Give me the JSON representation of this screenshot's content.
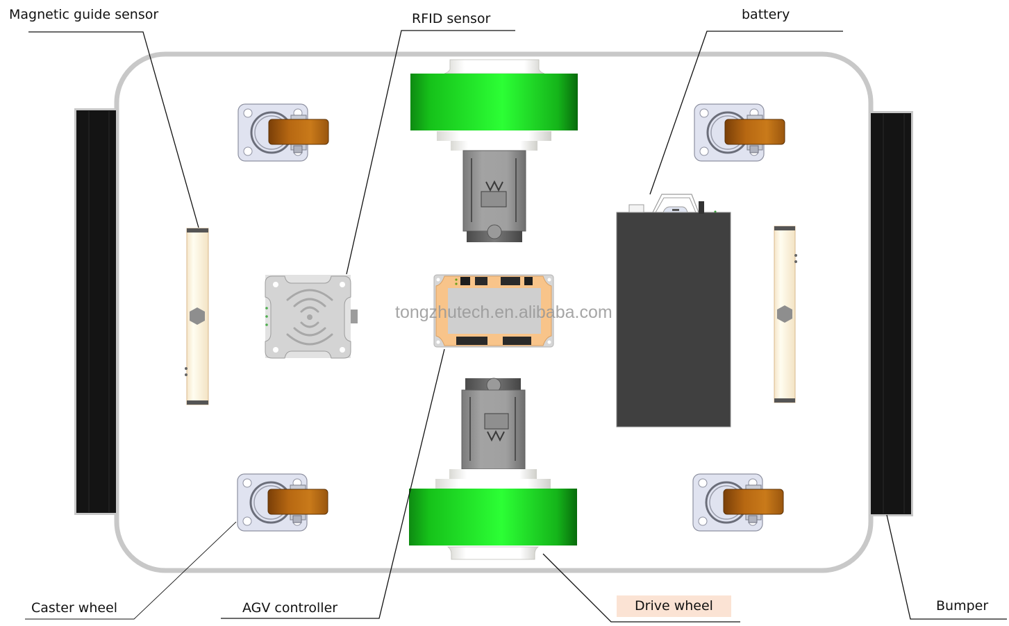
{
  "diagram": {
    "title": "AGV chassis layout",
    "watermark": "tongzhutech.en.alibaba.com",
    "colors": {
      "frame": "#c8c8c8",
      "drive_wheel": "#22dd22",
      "drive_wheel_dark": "#0b7a10",
      "caster_tire": "#b86a12",
      "caster_plate": "#dfe2f0",
      "bumper": "#141414",
      "battery": "#404040",
      "controller_body": "#f8c48a",
      "controller_panel": "#cfcfcf",
      "rfid_body": "#d4d4d4",
      "mag_sensor": "#fefbe9",
      "motor": "#8a8a8a",
      "label_highlight": "#fbe3d4"
    },
    "labels": {
      "magnetic_guide_sensor": "Magnetic guide sensor",
      "rfid_sensor": "RFID sensor",
      "battery": "battery",
      "caster_wheel": "Caster wheel",
      "agv_controller": "AGV controller",
      "drive_wheel": "Drive wheel",
      "bumper": "Bumper"
    },
    "components": [
      {
        "name": "Magnetic guide sensor",
        "count": 2
      },
      {
        "name": "RFID sensor",
        "count": 1
      },
      {
        "name": "battery",
        "count": 1
      },
      {
        "name": "Caster wheel",
        "count": 4
      },
      {
        "name": "AGV controller",
        "count": 1
      },
      {
        "name": "Drive wheel",
        "count": 2
      },
      {
        "name": "Bumper",
        "count": 2
      }
    ]
  }
}
